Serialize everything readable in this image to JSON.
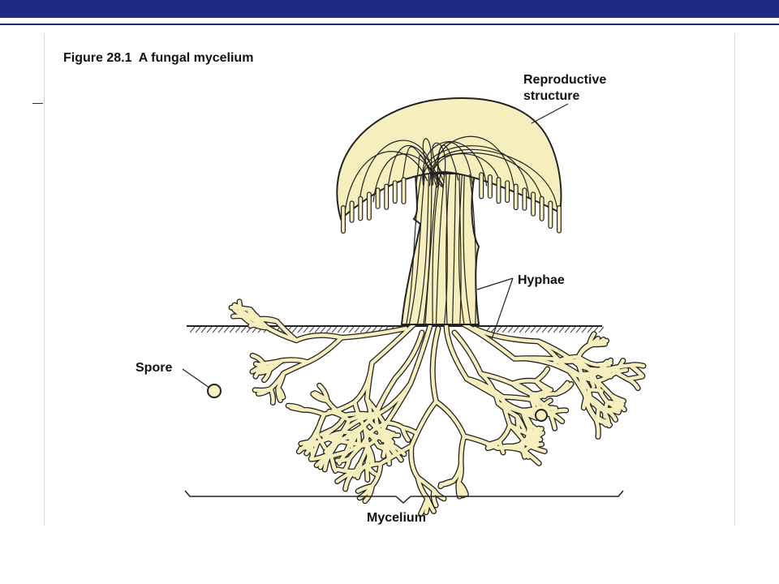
{
  "colors": {
    "banner": "#1c2a86",
    "hypha_fill": "#f6efbd",
    "outline": "#222222"
  },
  "figure": {
    "title": "Figure 28.1  A fungal mycelium"
  },
  "labels": {
    "reproductive_line1": "Reproductive",
    "reproductive_line2": "structure",
    "hyphae": "Hyphae",
    "spore": "Spore",
    "mycelium": "Mycelium"
  }
}
